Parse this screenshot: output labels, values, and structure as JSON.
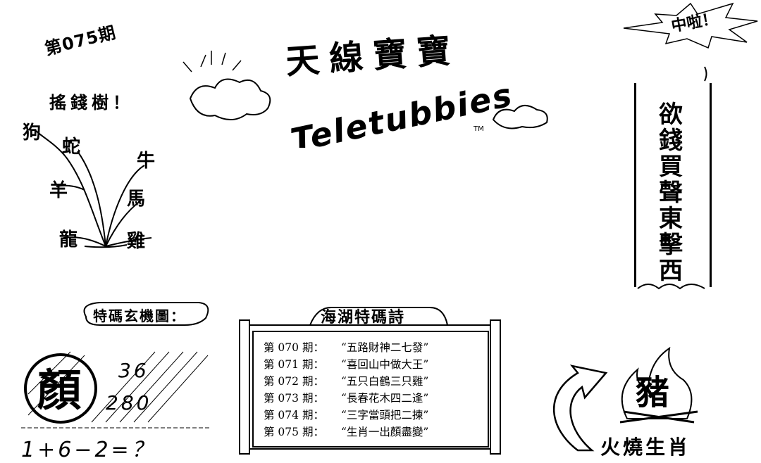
{
  "issue_title": "第075期",
  "tree_title": "搖錢樹！",
  "tree_zodiacs": {
    "tl": "狗",
    "t": "蛇",
    "l": "羊",
    "b": "龍",
    "r1": "牛",
    "r2": "馬",
    "r3": "雞"
  },
  "main_title": "天線寶寶",
  "brand": "Teletubbies",
  "tm": "TM",
  "burst_text": "中啦！",
  "scroll_chars": [
    "欲",
    "錢",
    "買",
    "聲",
    "東",
    "擊",
    "西"
  ],
  "chart_label": "特碼玄機圖：",
  "big_char": "顏",
  "numbers": [
    "36",
    "280"
  ],
  "equation": "1+6−2=？",
  "poem_banner": "海湖特碼詩",
  "poem_rows": [
    {
      "issue": "第 070 期：",
      "text": "“五路財神二七發”"
    },
    {
      "issue": "第 071 期：",
      "text": "“喜回山中做大王”"
    },
    {
      "issue": "第 072 期：",
      "text": "“五只白鶴三只雞”"
    },
    {
      "issue": "第 073 期：",
      "text": "“長春花木四二逢”"
    },
    {
      "issue": "第 074 期：",
      "text": "“三字當頭把二揀”"
    },
    {
      "issue": "第 075 期：",
      "text": "“生肖一出顏盡變”"
    }
  ],
  "pig_char": "豬",
  "pig_caption": "火燒生肖"
}
